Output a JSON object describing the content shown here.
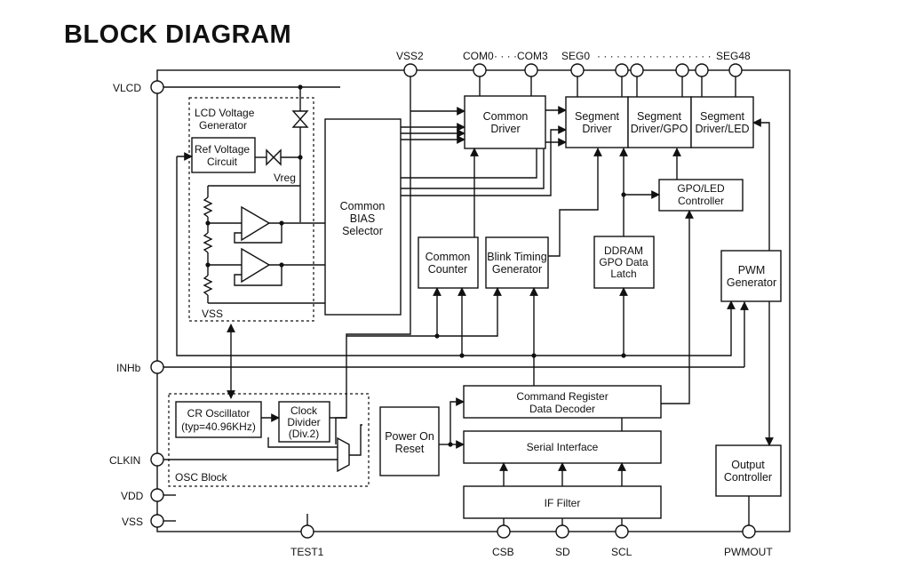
{
  "title": "BLOCK DIAGRAM",
  "pins": {
    "vlcd": "VLCD",
    "inhb": "INHb",
    "clkin": "CLKIN",
    "vdd": "VDD",
    "vss": "VSS",
    "vss2": "VSS2",
    "com_range_start": "COM0",
    "com_range_dots": "· · · ·",
    "com_range_end": "COM3",
    "seg_range_start": "SEG0",
    "seg_range_dots": "· · · · · · · · · · · · · · · · · ·",
    "seg_range_end": "SEG48",
    "test1": "TEST1",
    "csb": "CSB",
    "sd": "SD",
    "scl": "SCL",
    "pwmout": "PWMOUT"
  },
  "blocks": {
    "lcd_voltage_generator": [
      "LCD Voltage",
      "Generator"
    ],
    "ref_voltage_circuit": [
      "Ref Voltage",
      "Circuit"
    ],
    "vreg": "Vreg",
    "lcd_vss": "VSS",
    "common_bias_selector": [
      "Common",
      "BIAS",
      "Selector"
    ],
    "common_driver": [
      "Common",
      "Driver"
    ],
    "segment_driver": [
      "Segment",
      "Driver"
    ],
    "segment_driver_gpo": [
      "Segment",
      "Driver/GPO"
    ],
    "segment_driver_led": [
      "Segment",
      "Driver/LED"
    ],
    "gpo_led_controller": [
      "GPO/LED",
      "Controller"
    ],
    "common_counter": [
      "Common",
      "Counter"
    ],
    "blink_timing_generator": [
      "Blink Timing",
      "Generator"
    ],
    "ddram_gpo_data_latch": [
      "DDRAM",
      "GPO Data",
      "Latch"
    ],
    "pwm_generator": [
      "PWM",
      "Generator"
    ],
    "cr_oscillator": [
      "CR Oscillator",
      "(typ=40.96KHz)"
    ],
    "clock_divider": [
      "Clock",
      "Divider",
      "(Div.2)"
    ],
    "osc_block": "OSC Block",
    "command_register": [
      "Command Register",
      "Data Decoder"
    ],
    "power_on_reset": [
      "Power On",
      "Reset"
    ],
    "serial_interface": "Serial Interface",
    "if_filter": "IF Filter",
    "output_controller": [
      "Output",
      "Controller"
    ]
  }
}
